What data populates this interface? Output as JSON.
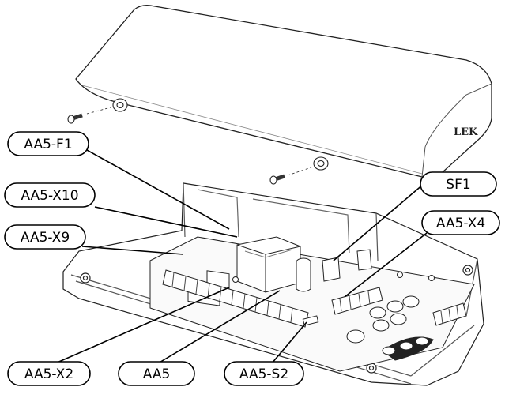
{
  "cover": {
    "marking": "LEK"
  },
  "callouts": {
    "aa5_f1": "AA5-F1",
    "aa5_x10": "AA5-X10",
    "aa5_x9": "AA5-X9",
    "sf1": "SF1",
    "aa5_x4": "AA5-X4",
    "aa5_x2": "AA5-X2",
    "aa5": "AA5",
    "aa5_s2": "AA5-S2"
  }
}
